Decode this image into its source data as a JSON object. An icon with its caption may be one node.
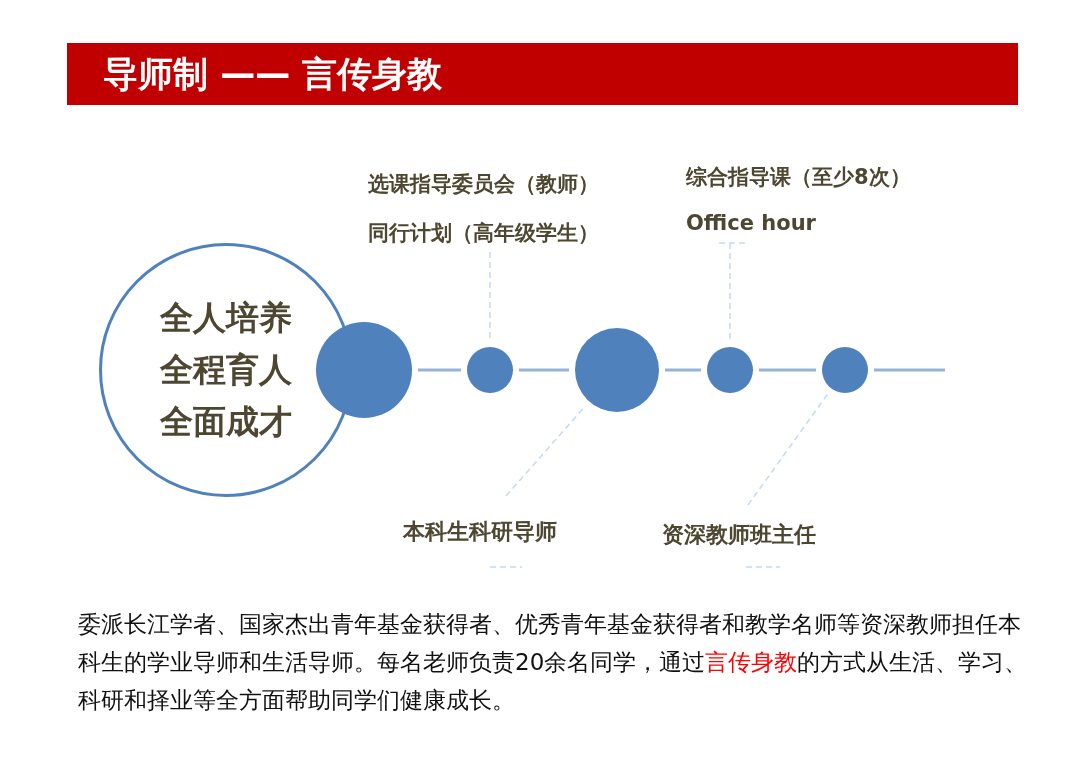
{
  "diagram": {
    "title": "导师制 —— 言传身教",
    "nodes": [
      {
        "text": [
          "全人培养",
          "全程育人",
          "全面成才"
        ]
      },
      {
        "text": [],
        "shape": "circle"
      },
      {
        "text": [],
        "shape": "circle"
      },
      {
        "text": [],
        "shape": "circle"
      },
      {
        "text": [],
        "shape": "circle"
      },
      {
        "text": [],
        "shape": "circle"
      },
      {
        "text": [
          "选课指导委员会（教师）",
          "同行计划（高年级学生）"
        ]
      },
      {
        "text": [
          "综合指导课（至少8次）",
          "Office hour"
        ]
      },
      {
        "text": [
          "本科生科研导师"
        ]
      },
      {
        "text": [
          "资深教师班主任"
        ]
      }
    ],
    "edges": [
      {
        "from": 1,
        "to": 2,
        "arrow": "none"
      },
      {
        "from": 2,
        "to": 3,
        "arrow": "none"
      },
      {
        "from": 3,
        "to": 4,
        "arrow": "none"
      },
      {
        "from": 4,
        "to": 5,
        "arrow": "none"
      },
      {
        "from": 5,
        "to": null,
        "arrow": "none"
      },
      {
        "from": 6,
        "to": 2,
        "arrow": "none",
        "style": "dashed",
        "color": "#c6d9f1"
      },
      {
        "from": 7,
        "to": 4,
        "arrow": "none",
        "style": "dashed",
        "color": "#c6d9f1"
      },
      {
        "from": 8,
        "to": 3,
        "arrow": "none",
        "style": "dashed",
        "color": "#c6d9f1"
      },
      {
        "from": 9,
        "to": 5,
        "arrow": "none",
        "style": "dashed",
        "color": "#c6d9f1"
      }
    ],
    "labels": [
      "委派长江学者、国家杰出青年基金获得者、优秀青年基金获得者和教学名师等资深教师担任本科生的学业导师和生活导师。每名老师负责20余名同学，通过**言传身教**的方式从生活、学习、科研和择业等全方面帮助同学们健康成长。"
    ]
  }
}
